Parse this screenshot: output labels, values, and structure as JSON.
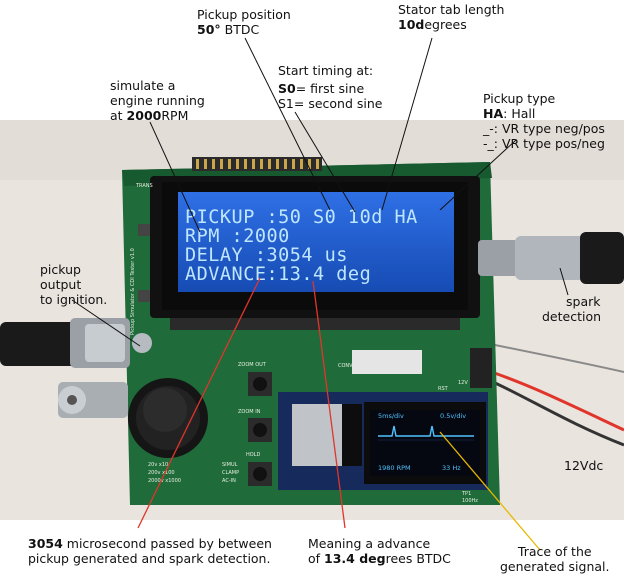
{
  "annotations": {
    "pickup_position": {
      "line1": "Pickup position",
      "value": "50°",
      "rest": " BTDC"
    },
    "stator_tab": {
      "line1": "Stator tab length",
      "value": "10d",
      "rest": "egrees"
    },
    "start_timing": {
      "line1": "Start timing at:",
      "s0_key": "S0",
      "s0_rest": "= first sine",
      "s1": "S1= second sine"
    },
    "simulate": {
      "line1": "simulate a",
      "line2": "engine running",
      "prefix": "at ",
      "value": "2000",
      "suffix": "RPM"
    },
    "pickup_type": {
      "line1": "Pickup type",
      "ha_key": "HA",
      "ha_rest": ": Hall",
      "line3": "_-: VR type neg/pos",
      "line4": "-_: VR type pos/neg"
    },
    "pickup_output": {
      "line1": "pickup",
      "line2": "output",
      "line3": "to ignition."
    },
    "spark": {
      "line1": "spark",
      "line2": "detection"
    },
    "vdc": {
      "text": "12Vdc"
    },
    "delay_note": {
      "value": "3054",
      "rest": " microsecond passed by between",
      "line2": "pickup generated and spark detection."
    },
    "advance_note": {
      "line1": "Meaning a advance",
      "prefix": "of ",
      "value": "13.4 deg",
      "rest": "rees BTDC"
    },
    "trace_note": {
      "line1": "Trace of the",
      "line2": "generated signal."
    }
  },
  "lcd": {
    "line1": "PICKUP :50 S0 10d HA",
    "line2": "RPM    :2000",
    "line3": "DELAY  :3054 us",
    "line4": "ADVANCE:13.4 deg"
  },
  "oled": {
    "top_left": "5ms/div",
    "top_right": "0.5v/div",
    "bottom_left": "1980 RPM",
    "bottom_right": "33 Hz"
  },
  "pcb": {
    "zoom_out": "ZOOM OUT",
    "zoom_in": "ZOOM IN",
    "hold": "HOLD",
    "rst": "RST",
    "conv": "CONV",
    "v12": "12V",
    "range1": "20v x10",
    "range2": "200v x100",
    "range3": "2000v x1000",
    "mode1": "SIMUL",
    "mode2": "CLAMP",
    "mode3": "AC-IN",
    "trans": "TRANS",
    "title_vertical": "Pickup Simulator & CDI Tester v1.0",
    "tp": "TP1",
    "freq": "100Hz"
  },
  "colors": {
    "pcb": "#1f6b3a",
    "lcd_bg": "#1d5ed6",
    "lcd_text": "#bfe6ff",
    "oled_text": "#4fc3ff",
    "line_red": "#e0352b",
    "line_yellow": "#e8b800"
  }
}
